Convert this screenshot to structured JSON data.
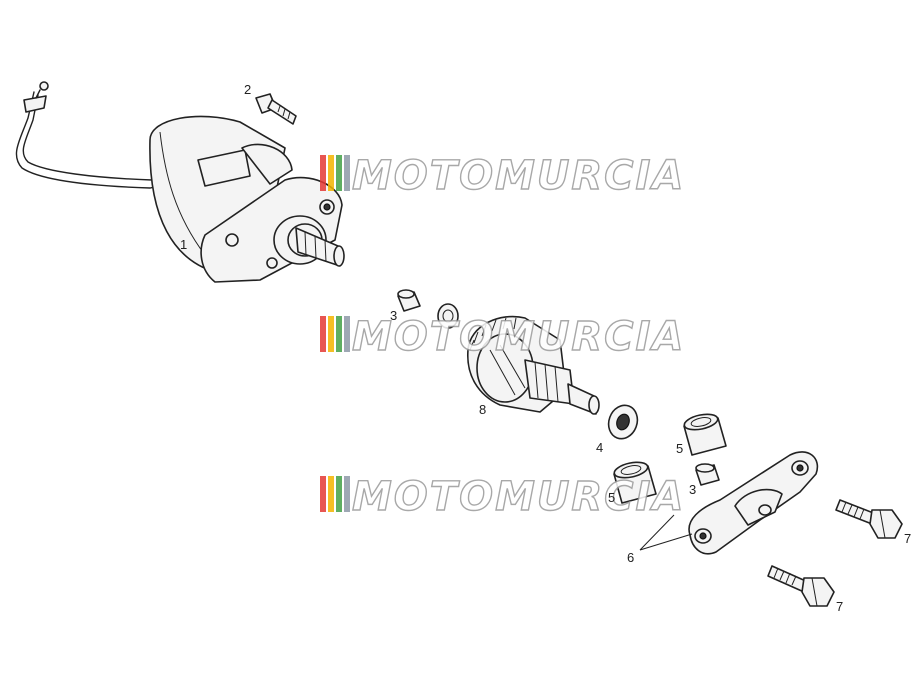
{
  "watermark": {
    "text": "MOTOMURCIA",
    "stripe_colors": [
      "#e53935",
      "#f4b400",
      "#43a047",
      "#8e99a8"
    ]
  },
  "callouts": {
    "c1": "1",
    "c2": "2",
    "c3a": "3",
    "c3b": "3",
    "c4": "4",
    "c5a": "5",
    "c5b": "5",
    "c6": "6",
    "c7a": "7",
    "c7b": "7",
    "c8": "8"
  }
}
